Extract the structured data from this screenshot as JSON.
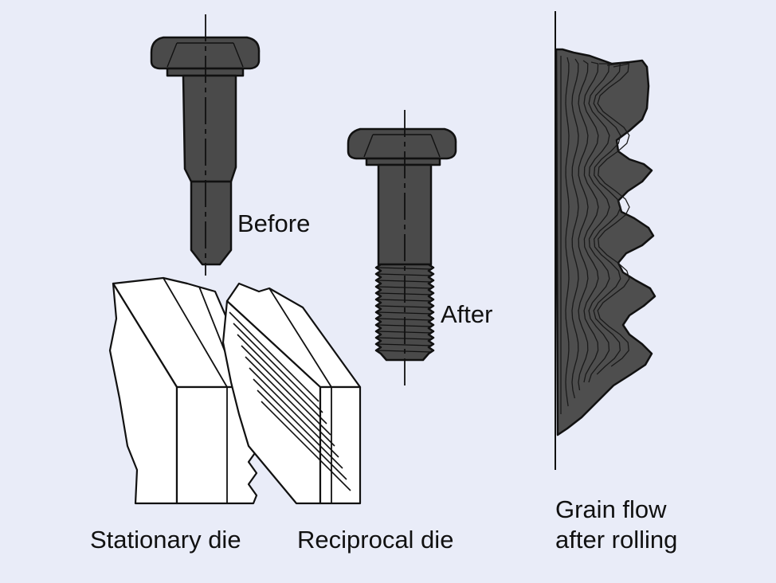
{
  "labels": {
    "before": "Before",
    "after": "After",
    "stationary_die": "Stationary die",
    "reciprocal_die": "Reciprocal die",
    "grain_flow_line1": "Grain flow",
    "grain_flow_line2": "after rolling"
  },
  "colors": {
    "background": "#e9ecf8",
    "bolt_fill": "#4a4a4a",
    "grain_fill": "#4e4e4e",
    "die_fill": "#ffffff",
    "line": "#111111"
  }
}
